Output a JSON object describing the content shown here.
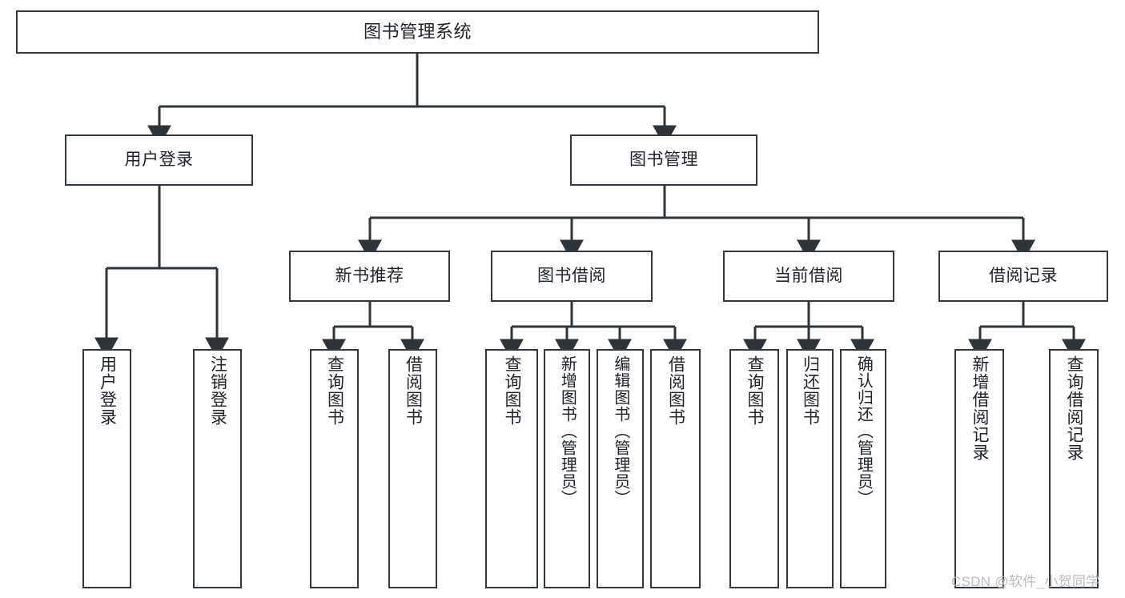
{
  "diagram": {
    "title": "图书管理系统",
    "type": "hierarchy-tree",
    "orientation": "top-down",
    "box_fill": "#ffffff",
    "box_stroke": "#33393f",
    "connector_color": "#2f3438",
    "text_color": "#20242a"
  },
  "watermark": {
    "text": "CSDN @软件_小贺同学",
    "color": "#b9bcbf"
  },
  "nodes": {
    "root": {
      "label": "图书管理系统",
      "level": 1
    },
    "level2": [
      {
        "id": "user-login",
        "label": "用户登录"
      },
      {
        "id": "book-management",
        "label": "图书管理"
      }
    ],
    "level3": [
      {
        "id": "new-book-recommend",
        "label": "新书推荐"
      },
      {
        "id": "book-borrow",
        "label": "图书借阅"
      },
      {
        "id": "current-borrow",
        "label": "当前借阅"
      },
      {
        "id": "borrow-record",
        "label": "借阅记录"
      }
    ],
    "leaves": {
      "user-login": [
        {
          "id": "leaf-user-login",
          "label": "用户登录"
        },
        {
          "id": "leaf-logout-login",
          "label": "注销登录"
        }
      ],
      "new-book-recommend": [
        {
          "id": "leaf-query-book-1",
          "label": "查询图书"
        },
        {
          "id": "leaf-borrow-book-1",
          "label": "借阅图书"
        }
      ],
      "book-borrow": [
        {
          "id": "leaf-query-book-2",
          "label": "查询图书"
        },
        {
          "id": "leaf-add-book",
          "label": "新增图书（管理员）"
        },
        {
          "id": "leaf-edit-book",
          "label": "编辑图书（管理员）"
        },
        {
          "id": "leaf-borrow-book-2",
          "label": "借阅图书"
        }
      ],
      "current-borrow": [
        {
          "id": "leaf-query-book-3",
          "label": "查询图书"
        },
        {
          "id": "leaf-return-book",
          "label": "归还图书"
        },
        {
          "id": "leaf-confirm-return",
          "label": "确认归还（管理员）"
        }
      ],
      "borrow-record": [
        {
          "id": "leaf-add-record",
          "label": "新增借阅记录"
        },
        {
          "id": "leaf-query-record",
          "label": "查询借阅记录"
        }
      ]
    }
  }
}
